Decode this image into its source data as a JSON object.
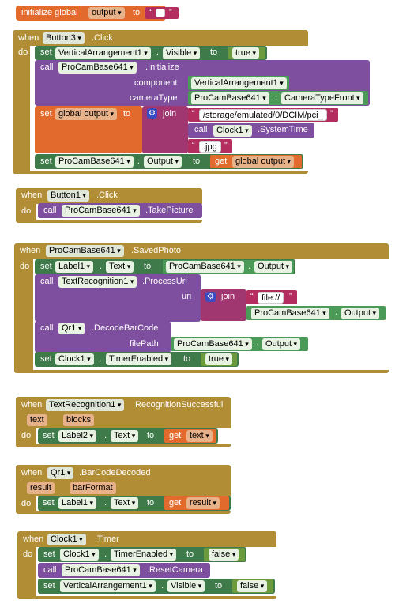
{
  "global": {
    "keyword": "initialize global",
    "name": "output",
    "to": "to",
    "init_value": ""
  },
  "button3": {
    "when": "when",
    "component": "Button3",
    "event": ".Click",
    "do": "do",
    "set1": {
      "set": "set",
      "component": "VerticalArrangement1",
      "property": "Visible",
      "to": "to",
      "value": "true"
    },
    "call_init": {
      "call": "call",
      "component": "ProCamBase641",
      "method": ".Initialize",
      "component_label": "component",
      "component_value": "VerticalArrangement1",
      "cameraType_label": "cameraType",
      "camera_component": "ProCamBase641",
      "camera_value": "CameraTypeFront"
    },
    "set_global": {
      "set": "set",
      "variable": "global output",
      "to": "to",
      "join": "join",
      "path": "/storage/emulated/0/DCIM/pci_",
      "call": "call",
      "clock": "Clock1",
      "method": ".SystemTime",
      "ext": ".jpg"
    },
    "set_output": {
      "set": "set",
      "component": "ProCamBase641",
      "property": "Output",
      "to": "to",
      "get": "get",
      "variable": "global output"
    }
  },
  "button1": {
    "when": "when",
    "component": "Button1",
    "event": ".Click",
    "do": "do",
    "call": {
      "call": "call",
      "component": "ProCamBase641",
      "method": ".TakePicture"
    }
  },
  "saved": {
    "when": "when",
    "component": "ProCamBase641",
    "event": ".SavedPhoto",
    "do": "do",
    "set_label": {
      "set": "set",
      "component": "Label1",
      "property": "Text",
      "to": "to",
      "src_component": "ProCamBase641",
      "src_property": "Output"
    },
    "call_tr": {
      "call": "call",
      "component": "TextRecognition1",
      "method": ".ProcessUri",
      "uri": "uri",
      "join": "join",
      "prefix": "file://",
      "src_component": "ProCamBase641",
      "src_property": "Output"
    },
    "call_qr": {
      "call": "call",
      "component": "Qr1",
      "method": ".DecodeBarCode",
      "filePath": "filePath",
      "src_component": "ProCamBase641",
      "src_property": "Output"
    },
    "set_clock": {
      "set": "set",
      "component": "Clock1",
      "property": "TimerEnabled",
      "to": "to",
      "value": "true"
    }
  },
  "tr_success": {
    "when": "when",
    "component": "TextRecognition1",
    "event": ".RecognitionSuccessful",
    "params": [
      "text",
      "blocks"
    ],
    "do": "do",
    "set": {
      "set": "set",
      "component": "Label2",
      "property": "Text",
      "to": "to",
      "get": "get",
      "variable": "text"
    }
  },
  "qr_decoded": {
    "when": "when",
    "component": "Qr1",
    "event": ".BarCodeDecoded",
    "params": [
      "result",
      "barFormat"
    ],
    "do": "do",
    "set": {
      "set": "set",
      "component": "Label1",
      "property": "Text",
      "to": "to",
      "get": "get",
      "variable": "result"
    }
  },
  "clock_timer": {
    "when": "when",
    "component": "Clock1",
    "event": ".Timer",
    "do": "do",
    "set1": {
      "set": "set",
      "component": "Clock1",
      "property": "TimerEnabled",
      "to": "to",
      "value": "false"
    },
    "call": {
      "call": "call",
      "component": "ProCamBase641",
      "method": ".ResetCamera"
    },
    "set2": {
      "set": "set",
      "component": "VerticalArrangement1",
      "property": "Visible",
      "to": "to",
      "value": "false"
    }
  }
}
